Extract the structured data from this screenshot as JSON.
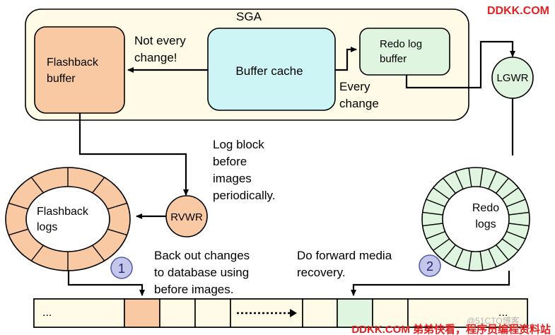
{
  "watermark_top": "DDKK.COM",
  "watermark_bottom": "DDKK.COM 弟弟快看，程序员编程资料站",
  "watermark_bottom_faint": "@51CTO博客",
  "sga": {
    "title": "SGA"
  },
  "flashback_buffer": {
    "line1": "Flashback",
    "line2": "buffer"
  },
  "buffer_cache": {
    "label": "Buffer cache"
  },
  "redo_log_buffer": {
    "line1": "Redo log",
    "line2": "buffer"
  },
  "not_every_change": {
    "line1": "Not every",
    "line2": "change!"
  },
  "every_change": {
    "line1": "Every",
    "line2": "change"
  },
  "lgwr": {
    "label": "LGWR"
  },
  "rvwr": {
    "label": "RVWR"
  },
  "log_block_note": {
    "lines": [
      "Log block",
      "before",
      "images",
      "periodically."
    ]
  },
  "flashback_logs": {
    "line1": "Flashback",
    "line2": "logs"
  },
  "redo_logs": {
    "line1": "Redo",
    "line2": "logs"
  },
  "badge_1": {
    "label": "1"
  },
  "badge_2": {
    "label": "2"
  },
  "back_out_note": {
    "lines": [
      "Back out changes",
      "to database using",
      "before images."
    ]
  },
  "forward_note": {
    "lines": [
      "Do forward media",
      "recovery."
    ]
  },
  "datafile_strip": {
    "cells": [
      {
        "label": "...",
        "color": "#fffbe6"
      },
      {
        "label": "",
        "color": "#f9c9a3"
      },
      {
        "label": "",
        "color": "#fffbe6"
      },
      {
        "label": "",
        "color": "#fffbe6"
      },
      {
        "label": "",
        "color": "#fffbe6"
      },
      {
        "label": "",
        "color": "#fffbe6"
      },
      {
        "label": "",
        "color": "#dff5df"
      },
      {
        "label": "",
        "color": "#fffbe6"
      },
      {
        "label": "...",
        "color": "#fffbe6"
      }
    ]
  },
  "colors": {
    "sga_fill": "#fffbe6",
    "flashback_fill": "#f9c9a3",
    "buffer_cache_fill": "#cdf5f5",
    "redo_fill": "#dff5df",
    "ring_green": "#dff5df",
    "ring_orange": "#f9c9a3",
    "badge_fill": "#c4c7ea",
    "watermark_red": "#e62020"
  }
}
